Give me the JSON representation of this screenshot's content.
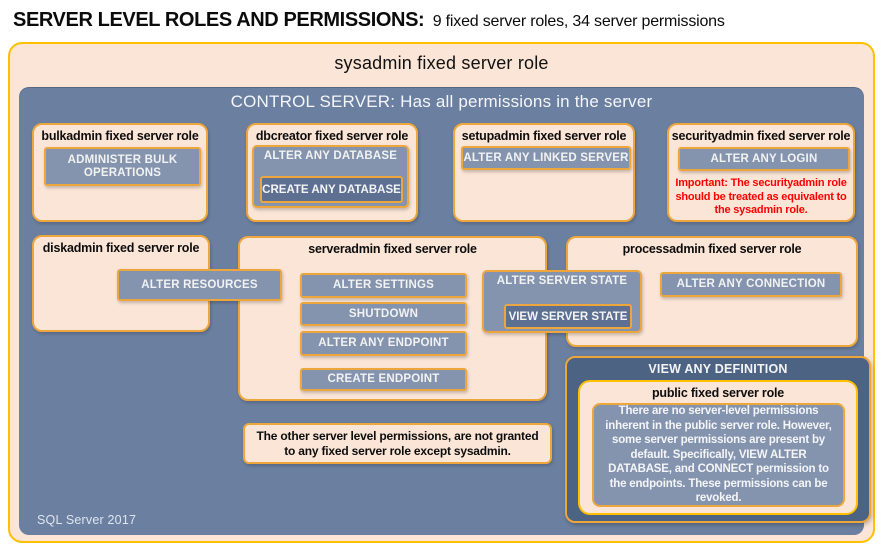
{
  "header": {
    "title": "SERVER LEVEL ROLES AND PERMISSIONS:",
    "subtitle": "9 fixed server roles, 34 server permissions"
  },
  "sysadmin": {
    "label": "sysadmin fixed server role"
  },
  "control_server": {
    "heading": "CONTROL SERVER: Has all permissions in the server",
    "footer": "SQL Server 2017"
  },
  "roles": {
    "bulkadmin": {
      "label": "bulkadmin fixed server role",
      "permissions": [
        "ADMINISTER BULK OPERATIONS"
      ]
    },
    "dbcreator": {
      "label": "dbcreator fixed server role",
      "parent_permission": "ALTER ANY DATABASE",
      "nested_permission": "CREATE ANY DATABASE"
    },
    "setupadmin": {
      "label": "setupadmin fixed server role",
      "permissions": [
        "ALTER ANY LINKED SERVER"
      ]
    },
    "securityadmin": {
      "label": "securityadmin fixed server role",
      "permissions": [
        "ALTER ANY LOGIN"
      ],
      "warning": "Important: The securityadmin role should be treated as equivalent to the sysadmin role."
    },
    "diskadmin": {
      "label": "diskadmin fixed server role",
      "permissions": [
        "ALTER RESOURCES"
      ]
    },
    "serveradmin": {
      "label": "serveradmin fixed server role",
      "permissions": [
        "ALTER SETTINGS",
        "SHUTDOWN",
        "ALTER ANY ENDPOINT",
        "CREATE ENDPOINT"
      ],
      "parent_permission": "ALTER SERVER STATE",
      "nested_permission": "VIEW SERVER STATE"
    },
    "processadmin": {
      "label": "processadmin fixed server role",
      "permissions": [
        "ALTER ANY CONNECTION"
      ]
    },
    "public": {
      "parent_permission": "VIEW ANY DEFINITION",
      "label": "public fixed server role",
      "note": "There are no server-level permissions inherent in the public server role. However, some server permissions are present by default. Specifically, VIEW ALTER DATABASE, and CONNECT permission to the endpoints. These permissions can be revoked."
    }
  },
  "footnote": "The other server level permissions, are not granted to any fixed server role except sysadmin.",
  "colors": {
    "peach": "#FBE5D6",
    "gold": "#FFC000",
    "amber": "#EDA63C",
    "blue": "#6B7FA0",
    "btn": "#8494AE",
    "btn_dark": "#5D7092",
    "dark": "#4D6383",
    "red": "#FF0000"
  }
}
